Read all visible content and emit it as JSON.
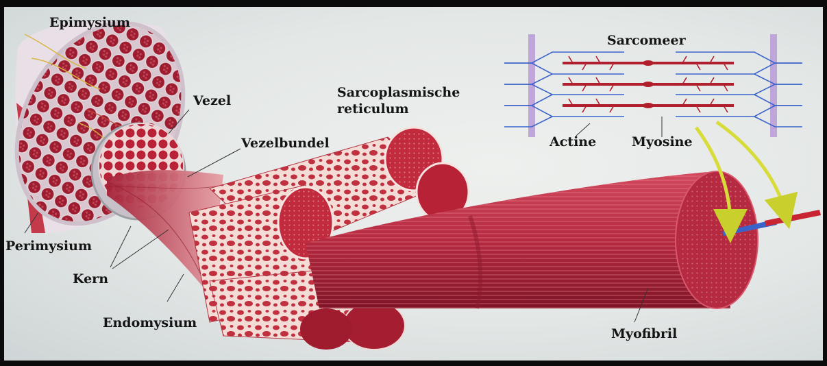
{
  "labels": {
    "epimysium": "Epimysium",
    "vezel": "Vezel",
    "vezelbundel": "Vezelbundel",
    "sarcoplasmic_line1": "Sarcoplasmische",
    "sarcoplasmic_line2": "reticulum",
    "sarcomeer": "Sarcomeer",
    "actine": "Actine",
    "myosine": "Myosine",
    "perimysium": "Perimysium",
    "kern": "Kern",
    "endomysium": "Endomysium",
    "myofibril": "Myofibril"
  },
  "colors": {
    "muscle_red": "#b3263a",
    "muscle_light": "#e06f7d",
    "connective_pink": "#f1d6d3",
    "sarcomere_blue": "#3a63c9",
    "sarcomere_red": "#b11e2c",
    "z_disc_purple": "#b99ad6",
    "arrow_yellow": "#d7dc3a"
  }
}
